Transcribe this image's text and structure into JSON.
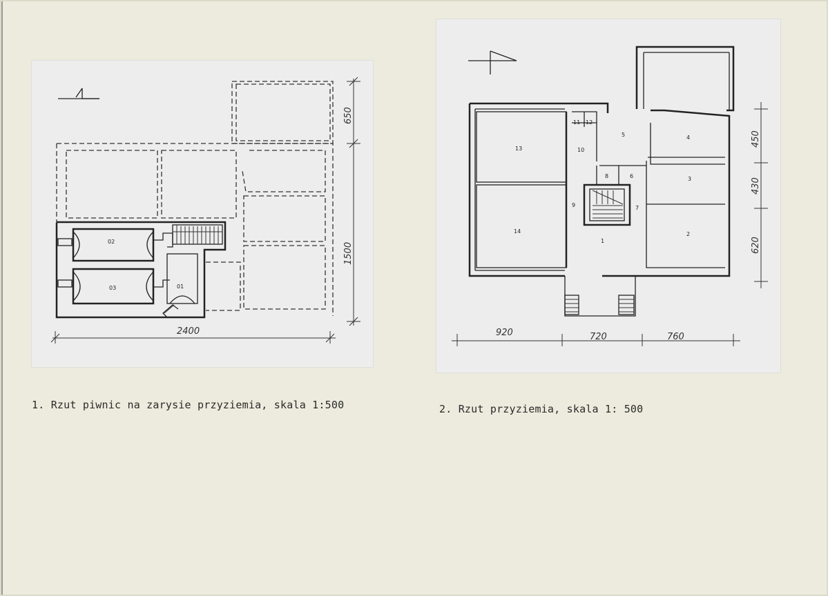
{
  "captions": {
    "left": "1. Rzut piwnic na zarysie przyziemia, skala 1:500",
    "right": "2. Rzut przyziemia, skala 1: 500"
  },
  "plan1": {
    "dimensions": {
      "width": "2400",
      "height_upper": "650",
      "height_lower": "1500"
    },
    "rooms": [
      "02",
      "03",
      "01"
    ]
  },
  "plan2": {
    "dimensions": {
      "bottom": [
        "920",
        "720",
        "760"
      ],
      "right": [
        "450",
        "430",
        "620"
      ]
    },
    "rooms": [
      "13",
      "14",
      "11",
      "12",
      "10",
      "9",
      "5",
      "4",
      "3",
      "2",
      "8",
      "6",
      "7",
      "1"
    ]
  }
}
